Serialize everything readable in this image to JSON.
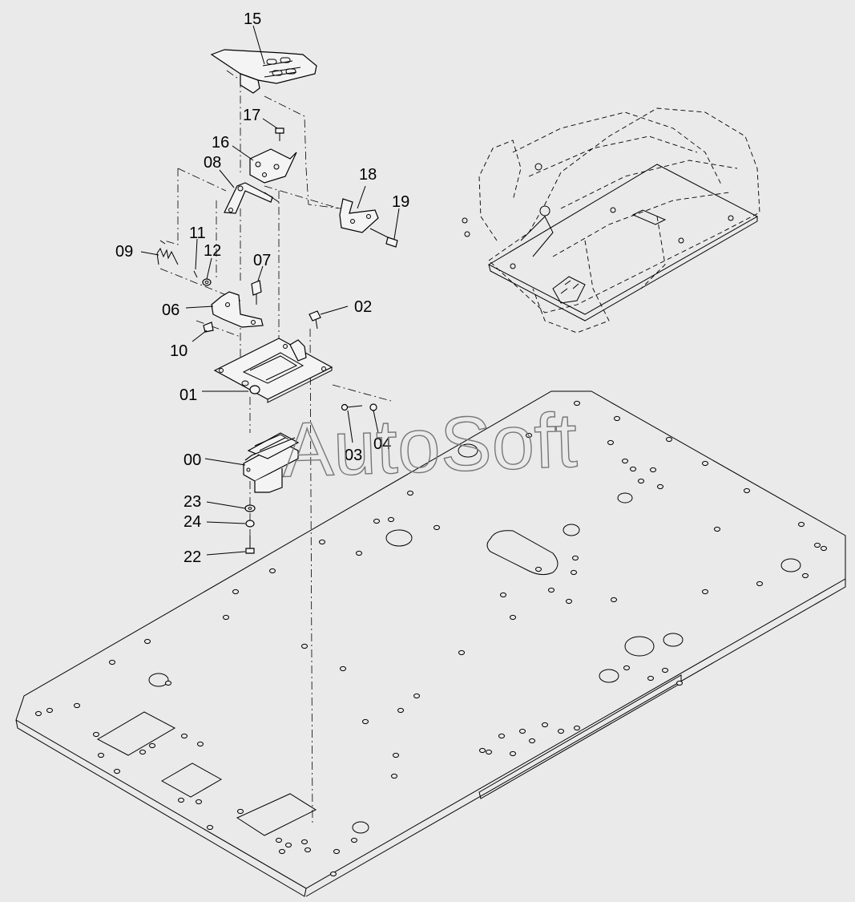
{
  "watermark": "AutoSoft",
  "callouts": [
    {
      "id": "c15",
      "text": "15"
    },
    {
      "id": "c17",
      "text": "17"
    },
    {
      "id": "c16",
      "text": "16"
    },
    {
      "id": "c08",
      "text": "08"
    },
    {
      "id": "c18",
      "text": "18"
    },
    {
      "id": "c19",
      "text": "19"
    },
    {
      "id": "c11",
      "text": "11"
    },
    {
      "id": "c09",
      "text": "09"
    },
    {
      "id": "c12",
      "text": "12"
    },
    {
      "id": "c07",
      "text": "07"
    },
    {
      "id": "c02",
      "text": "02"
    },
    {
      "id": "c06",
      "text": "06"
    },
    {
      "id": "c10",
      "text": "10"
    },
    {
      "id": "c01",
      "text": "01"
    },
    {
      "id": "c03",
      "text": "03"
    },
    {
      "id": "c04",
      "text": "04"
    },
    {
      "id": "c00",
      "text": "00"
    },
    {
      "id": "c23",
      "text": "23"
    },
    {
      "id": "c24",
      "text": "24"
    },
    {
      "id": "c22",
      "text": "22"
    }
  ]
}
